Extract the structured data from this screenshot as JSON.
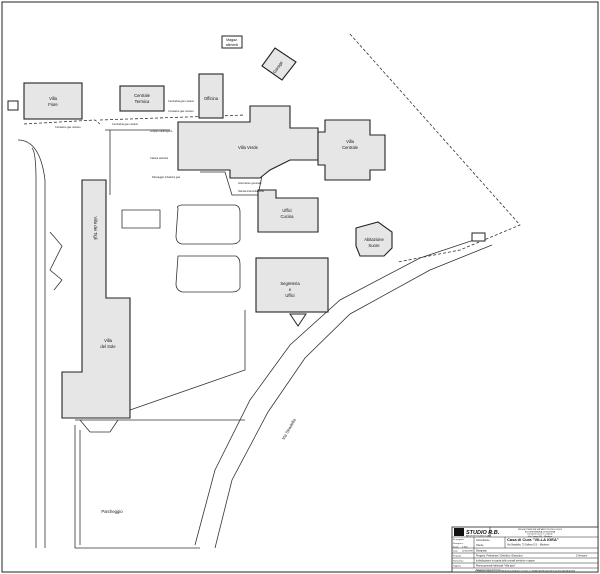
{
  "buildings": {
    "villa_fiore": [
      "Villa",
      "Fiore"
    ],
    "centrale_termica": [
      "Centrale",
      "Termica"
    ],
    "officina": "Officina",
    "magaz_alimenti": [
      "Magaz.",
      "alimenti"
    ],
    "garage": "Garage",
    "villa_verde": "Villa Verde",
    "villa_centrale": [
      "Villa",
      "Centrale"
    ],
    "uffici_cucina": [
      "Uffici",
      "Cucina"
    ],
    "abitazione_suore": [
      "Abitazione",
      "Suore"
    ],
    "villa_dei_tigli": "Villa dei Tigli",
    "segreteria_uffici": [
      "Segreteria",
      "e",
      "Uffici"
    ],
    "villa_del_sole": [
      "Villa",
      "del Sole"
    ],
    "parcheggio": "Parcheggio",
    "via_stradella": "Via Stradella"
  },
  "notes": [
    "Centralina gas metano",
    "Contatore gas metano",
    "Gruppo elettrogeno",
    "Cabina elettrica",
    "Passaggio tubazioni gas",
    "Interruttore generale",
    "Valvola intercettazione"
  ],
  "title_block": {
    "studio_logo": "STUDIO R.B.",
    "studio_sub": "ARCHITETTI  ASSOCIATI",
    "studio_desc": [
      "PROGETTAZIONE IMPIANTI TECNOLOGICI",
      "ED INGEGNERIA DI MODENA",
      "Direzione lavori e collaudi",
      "Via Campi 000 - Modena"
    ],
    "left_labels": [
      "N. progetto",
      "Disegno n.",
      "Scala",
      "Data",
      "Progetto",
      "Particolare",
      "Oggetto"
    ],
    "left_values": [
      "---",
      "---",
      "1:500",
      "11/06/1999",
      "---",
      "---",
      "---"
    ],
    "committente_label": "Committente",
    "committente": "Casa di Cura \"VILLA IGEA\"",
    "address": "Via Stradella, 73 Soliera S.S. - Modena -",
    "cliente_label": "Cliente",
    "cliente": "---",
    "disegno_label": "Disegnato",
    "project_line": "Progetto:   Preliminare / Definitivo / Esecutivo",
    "revision": "0 Versione",
    "particolare_text": "Individuazione in pianta delle centrali termiche e vapore",
    "oggetto_text": "Pianta generale fabbricati \"Villa Igea\"",
    "aggiornamento": "Aggiornamento elaborato",
    "footer": "IL PRESENTE DISEGNO E' DI PROPRIETA' ESCLUSIVA DELLO STUDIO - E' VIETATA LA RIPRODUZIONE E LA DIVULGAZIONE A TERZI"
  }
}
